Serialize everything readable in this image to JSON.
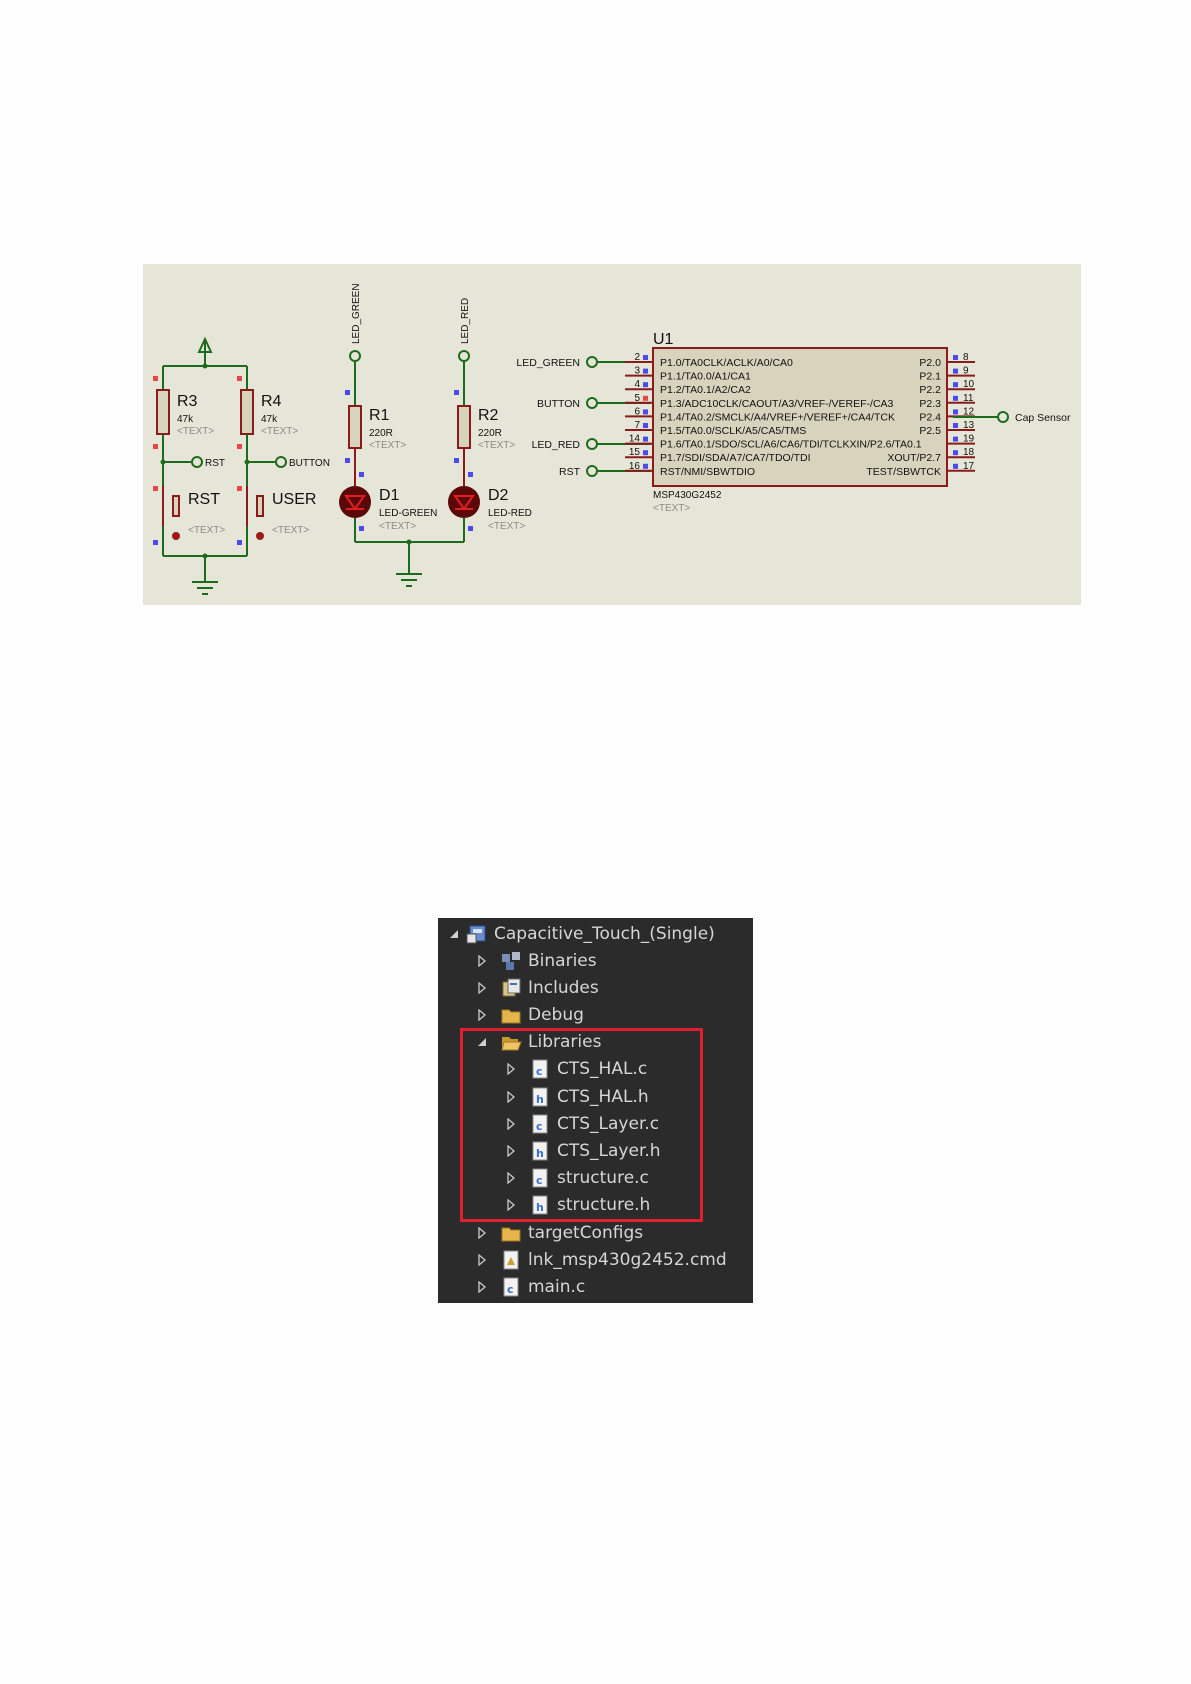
{
  "schematic": {
    "resistors": [
      {
        "ref": "R3",
        "value": "47k",
        "text": "<TEXT>"
      },
      {
        "ref": "R4",
        "value": "47k",
        "text": "<TEXT>"
      },
      {
        "ref": "R1",
        "value": "220R",
        "text": "<TEXT>"
      },
      {
        "ref": "R2",
        "value": "220R",
        "text": "<TEXT>"
      }
    ],
    "switches": [
      {
        "ref": "RST",
        "text": "<TEXT>"
      },
      {
        "ref": "USER",
        "text": "<TEXT>"
      }
    ],
    "leds": [
      {
        "ref": "D1",
        "value": "LED-GREEN",
        "text": "<TEXT>"
      },
      {
        "ref": "D2",
        "value": "LED-RED",
        "text": "<TEXT>"
      }
    ],
    "terminals": {
      "rst": "RST",
      "button": "BUTTON",
      "led_green_vertical": "LED_GREEN",
      "led_red_vertical": "LED_RED",
      "u1_led_green": "LED_GREEN",
      "u1_button": "BUTTON",
      "u1_led_red": "LED_RED",
      "u1_rst": "RST",
      "cap_sensor": "Cap Sensor"
    },
    "chip": {
      "ref": "U1",
      "part": "MSP430G2452",
      "text": "<TEXT>",
      "left_pin_numbers": [
        "2",
        "3",
        "4",
        "5",
        "6",
        "7",
        "14",
        "15",
        "16"
      ],
      "left_pins": [
        "P1.0/TA0CLK/ACLK/A0/CA0",
        "P1.1/TA0.0/A1/CA1",
        "P1.2/TA0.1/A2/CA2",
        "P1.3/ADC10CLK/CAOUT/A3/VREF-/VEREF-/CA3",
        "P1.4/TA0.2/SMCLK/A4/VREF+/VEREF+/CA4/TCK",
        "P1.5/TA0.0/SCLK/A5/CA5/TMS",
        "P1.6/TA0.1/SDO/SCL/A6/CA6/TDI/TCLKXIN/P2.6/TA0.1",
        "P1.7/SDI/SDA/A7/CA7/TDO/TDI",
        "RST/NMI/SBWTDIO"
      ],
      "right_pins": [
        "P2.0",
        "P2.1",
        "P2.2",
        "P2.3",
        "P2.4",
        "P2.5",
        "",
        "XOUT/P2.7",
        "TEST/SBWTCK"
      ],
      "right_pin_numbers": [
        "8",
        "9",
        "10",
        "11",
        "12",
        "13",
        "19",
        "18",
        "17"
      ]
    }
  },
  "tree": {
    "root": {
      "label": "Capacitive_Touch_(Single)",
      "icon": "project-icon"
    },
    "items": [
      {
        "label": "Binaries",
        "icon": "binaries-icon"
      },
      {
        "label": "Includes",
        "icon": "includes-icon"
      },
      {
        "label": "Debug",
        "icon": "folder-icon"
      },
      {
        "label": "Libraries",
        "icon": "folder-open-icon",
        "expanded": true
      },
      {
        "label": "CTS_HAL.c",
        "icon": "c-file-icon"
      },
      {
        "label": "CTS_HAL.h",
        "icon": "h-file-icon"
      },
      {
        "label": "CTS_Layer.c",
        "icon": "c-file-icon"
      },
      {
        "label": "CTS_Layer.h",
        "icon": "h-file-icon"
      },
      {
        "label": "structure.c",
        "icon": "c-file-icon"
      },
      {
        "label": "structure.h",
        "icon": "h-file-icon"
      },
      {
        "label": "targetConfigs",
        "icon": "folder-icon"
      },
      {
        "label": "lnk_msp430g2452.cmd",
        "icon": "cmd-file-icon"
      },
      {
        "label": "main.c",
        "icon": "c-file-icon"
      }
    ],
    "highlight_color": "#e0202e"
  },
  "colors": {
    "schematic_bg": "#e6e6d8",
    "wire": "#1e6b1e",
    "component": "#8b1a1a",
    "chip_fill": "#d8d3bd",
    "tree_bg": "#2b2b2b"
  }
}
